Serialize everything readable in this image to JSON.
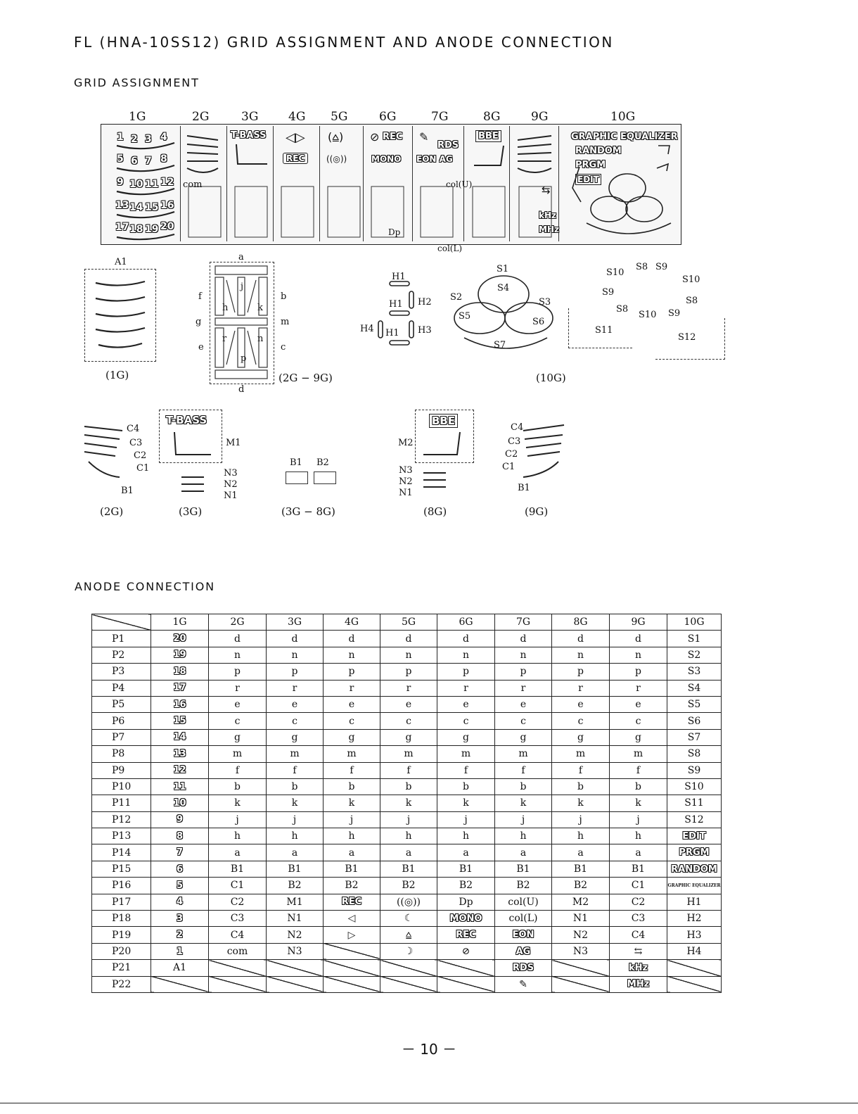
{
  "header": {
    "title": "FL (HNA-10SS12) GRID ASSIGNMENT AND ANODE CONNECTION",
    "grid_section": "GRID ASSIGNMENT",
    "anode_section": "ANODE CONNECTION"
  },
  "grid_labels": [
    "1G",
    "2G",
    "3G",
    "4G",
    "5G",
    "6G",
    "7G",
    "8G",
    "9G",
    "10G"
  ],
  "display": {
    "g1_numbers": [
      "1",
      "2",
      "3",
      "4",
      "5",
      "6",
      "7",
      "8",
      "9",
      "10",
      "11",
      "12",
      "13",
      "14",
      "15",
      "16",
      "17",
      "18",
      "19",
      "20"
    ],
    "com": "com",
    "tbass": "T-BASS",
    "rec": "REC",
    "mono": "MONO",
    "rds": "RDS",
    "eon_ag": "EON AG",
    "bbe": "BBE",
    "khz": "kHz",
    "mhz": "MHz",
    "graphic_eq": "GRAPHIC EQUALIZER",
    "random": "RANDOM",
    "prgm": "PRGM",
    "edit": "EDIT",
    "dp": "Dp",
    "col_u": "col(U)",
    "col_l": "col(L)"
  },
  "diagrams": {
    "a1": "A1",
    "cap_1g": "(1G)",
    "seg_letters": [
      "a",
      "b",
      "c",
      "d",
      "e",
      "f",
      "g",
      "h",
      "j",
      "k",
      "m",
      "n",
      "p",
      "r"
    ],
    "cap_2g9g": "(2G  −  9G)",
    "h_labels": [
      "H1",
      "H2",
      "H3",
      "H4"
    ],
    "s_labels": [
      "S1",
      "S2",
      "S3",
      "S4",
      "S5",
      "S6",
      "S7",
      "S8",
      "S9",
      "S10",
      "S11",
      "S12"
    ],
    "cap_10g": "(10G)",
    "c_labels": [
      "C1",
      "C2",
      "C3",
      "C4"
    ],
    "b1": "B1",
    "b2": "B2",
    "m1": "M1",
    "m2": "M2",
    "n_labels": [
      "N1",
      "N2",
      "N3"
    ],
    "cap_2g": "(2G)",
    "cap_3g": "(3G)",
    "cap_3g8g": "(3G  −  8G)",
    "cap_8g": "(8G)",
    "cap_9g": "(9G)"
  },
  "anode_table": {
    "headers": [
      "1G",
      "2G",
      "3G",
      "4G",
      "5G",
      "6G",
      "7G",
      "8G",
      "9G",
      "10G"
    ],
    "rows": [
      [
        "P1",
        "20",
        "d",
        "d",
        "d",
        "d",
        "d",
        "d",
        "d",
        "d",
        "S1"
      ],
      [
        "P2",
        "19",
        "n",
        "n",
        "n",
        "n",
        "n",
        "n",
        "n",
        "n",
        "S2"
      ],
      [
        "P3",
        "18",
        "p",
        "p",
        "p",
        "p",
        "p",
        "p",
        "p",
        "p",
        "S3"
      ],
      [
        "P4",
        "17",
        "r",
        "r",
        "r",
        "r",
        "r",
        "r",
        "r",
        "r",
        "S4"
      ],
      [
        "P5",
        "16",
        "e",
        "e",
        "e",
        "e",
        "e",
        "e",
        "e",
        "e",
        "S5"
      ],
      [
        "P6",
        "15",
        "c",
        "c",
        "c",
        "c",
        "c",
        "c",
        "c",
        "c",
        "S6"
      ],
      [
        "P7",
        "14",
        "g",
        "g",
        "g",
        "g",
        "g",
        "g",
        "g",
        "g",
        "S7"
      ],
      [
        "P8",
        "13",
        "m",
        "m",
        "m",
        "m",
        "m",
        "m",
        "m",
        "m",
        "S8"
      ],
      [
        "P9",
        "12",
        "f",
        "f",
        "f",
        "f",
        "f",
        "f",
        "f",
        "f",
        "S9"
      ],
      [
        "P10",
        "11",
        "b",
        "b",
        "b",
        "b",
        "b",
        "b",
        "b",
        "b",
        "S10"
      ],
      [
        "P11",
        "10",
        "k",
        "k",
        "k",
        "k",
        "k",
        "k",
        "k",
        "k",
        "S11"
      ],
      [
        "P12",
        "9",
        "j",
        "j",
        "j",
        "j",
        "j",
        "j",
        "j",
        "j",
        "S12"
      ],
      [
        "P13",
        "8",
        "h",
        "h",
        "h",
        "h",
        "h",
        "h",
        "h",
        "h",
        "EDIT"
      ],
      [
        "P14",
        "7",
        "a",
        "a",
        "a",
        "a",
        "a",
        "a",
        "a",
        "a",
        "PRGM"
      ],
      [
        "P15",
        "6",
        "B1",
        "B1",
        "B1",
        "B1",
        "B1",
        "B1",
        "B1",
        "B1",
        "RANDOM"
      ],
      [
        "P16",
        "5",
        "C1",
        "B2",
        "B2",
        "B2",
        "B2",
        "B2",
        "B2",
        "C1",
        "GRAPHIC EQUALIZER"
      ],
      [
        "P17",
        "4",
        "C2",
        "M1",
        "REC",
        "((◎))",
        "Dp",
        "col(U)",
        "M2",
        "C2",
        "H1"
      ],
      [
        "P18",
        "3",
        "C3",
        "N1",
        "◁",
        "☾",
        "MONO",
        "col(L)",
        "N1",
        "C3",
        "H2"
      ],
      [
        "P19",
        "2",
        "C4",
        "N2",
        "▷",
        "⩠",
        "REC",
        "EON",
        "N2",
        "C4",
        "H3"
      ],
      [
        "P20",
        "1",
        "com",
        "N3",
        "",
        "☽",
        "⊘",
        "AG",
        "N3",
        "⇆",
        "H4"
      ],
      [
        "P21",
        "A1",
        "",
        "",
        "",
        "",
        "",
        "RDS",
        "",
        "kHz",
        ""
      ],
      [
        "P22",
        "",
        "",
        "",
        "",
        "",
        "",
        "✎",
        "",
        "MHz",
        ""
      ]
    ]
  },
  "footer": {
    "page": "－ 10 －"
  }
}
